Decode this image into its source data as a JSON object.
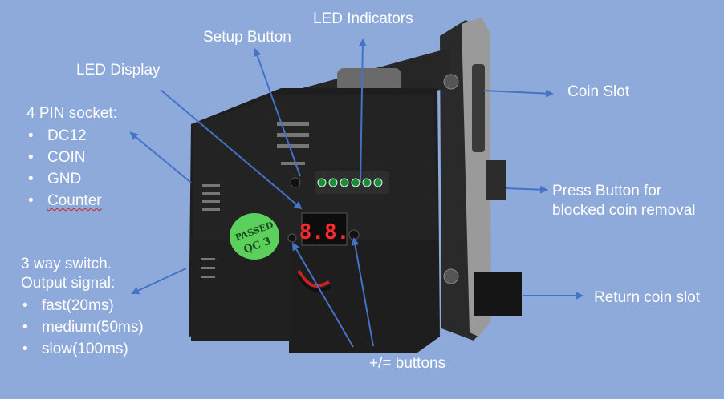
{
  "labels": {
    "led_indicators": "LED Indicators",
    "setup_button": "Setup Button",
    "led_display": "LED Display",
    "coin_slot": "Coin Slot",
    "press_button_line1": "Press Button for",
    "press_button_line2": "blocked coin removal",
    "return_coin_slot": "Return coin slot",
    "plus_minus_buttons": "+/= buttons"
  },
  "socket": {
    "title": "4 PIN socket:",
    "items": [
      "DC12",
      "COIN",
      "GND",
      "Counter"
    ]
  },
  "switch": {
    "line1": "3 way switch.",
    "line2": "Output signal:",
    "items": [
      "fast(20ms)",
      "medium(50ms)",
      "slow(100ms)"
    ]
  },
  "device": {
    "display_digits": "8.8.",
    "sticker_line1": "PASSED",
    "sticker_line2": "QC 3"
  },
  "colors": {
    "background": "#8eaadb",
    "arrow": "#4472c4",
    "device_body": "#1e1e1e",
    "sticker": "#5cd05c",
    "led": "#1e8a3c",
    "display_segments": "#ff2a2a"
  }
}
